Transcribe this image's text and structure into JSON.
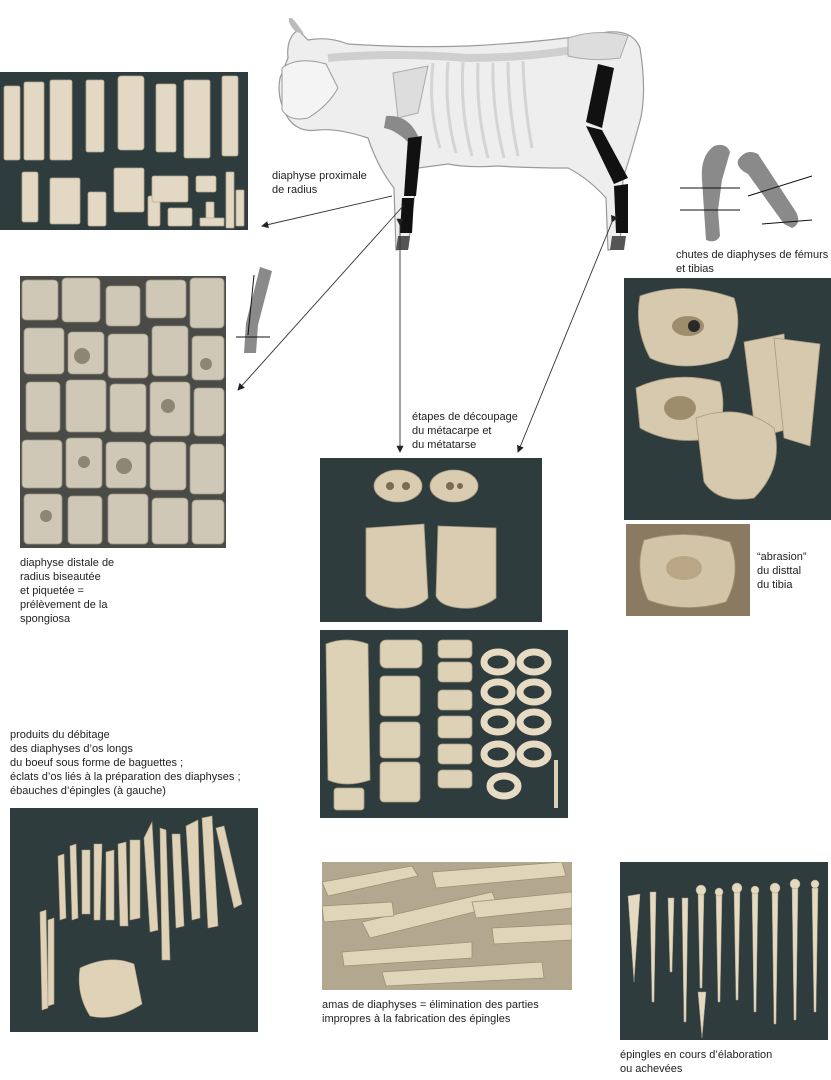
{
  "captions": {
    "radius_proximal": "diaphyse proximale\nde radius",
    "radius_distal": "diaphyse distale de\nradius biseautée\net piquetée =\nprélèvement de la\nspongiosa",
    "metapodial_steps": "étapes de découpage\ndu métacarpe et\ndu métatarse",
    "femur_tibia_offcuts": "chutes de diaphyses de fémurs\net tibias",
    "tibia_abrasion": "“abrasion”\ndu disttal\ndu tibia",
    "longbone_products": "produits du débitage\ndes diaphyses d’os longs\ndu boeuf sous forme de baguettes ;\néclats d’os liés à la préparation des diaphyses ;\nébauches d’épingles (à gauche)",
    "diaphysis_heap": "amas de diaphyses = élimination des parties\nimpropres à  la fabrication des épingles",
    "pins": "épingles en cours d’élaboration\nou achevées"
  },
  "colors": {
    "photo_background": "#2e3b3d",
    "bone": "#e3d9c4",
    "bone_shadow": "#b8ab92",
    "skeleton_highlight": "#111111",
    "skeleton_gray": "#8a8a8a"
  }
}
